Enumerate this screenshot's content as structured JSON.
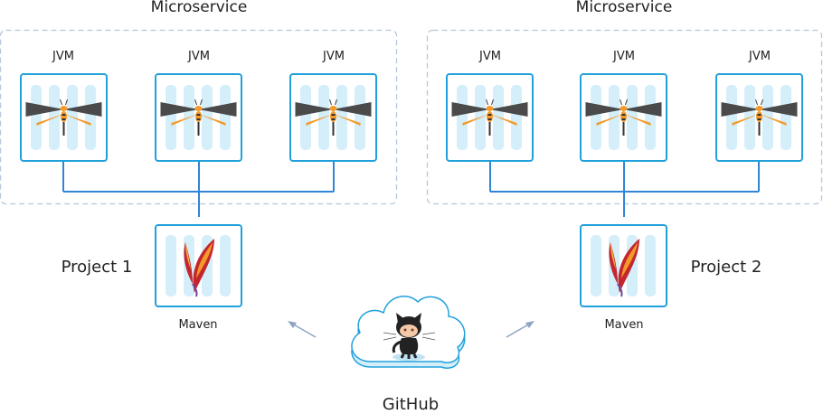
{
  "microservices": [
    {
      "title": "Microservice",
      "nodes": [
        {
          "label": "JVM"
        },
        {
          "label": "JVM"
        },
        {
          "label": "JVM"
        }
      ]
    },
    {
      "title": "Microservice",
      "nodes": [
        {
          "label": "JVM"
        },
        {
          "label": "JVM"
        },
        {
          "label": "JVM"
        }
      ]
    }
  ],
  "projects": [
    {
      "label": "Project 1",
      "tool": "Maven"
    },
    {
      "label": "Project 2",
      "tool": "Maven"
    }
  ],
  "source": {
    "label": "GitHub"
  },
  "colors": {
    "frame": "#b7c6dc",
    "node_border": "#21a1dc",
    "stripe": "#d4eefa",
    "connector": "#2f86d6",
    "arrow": "#8fa3c4"
  }
}
